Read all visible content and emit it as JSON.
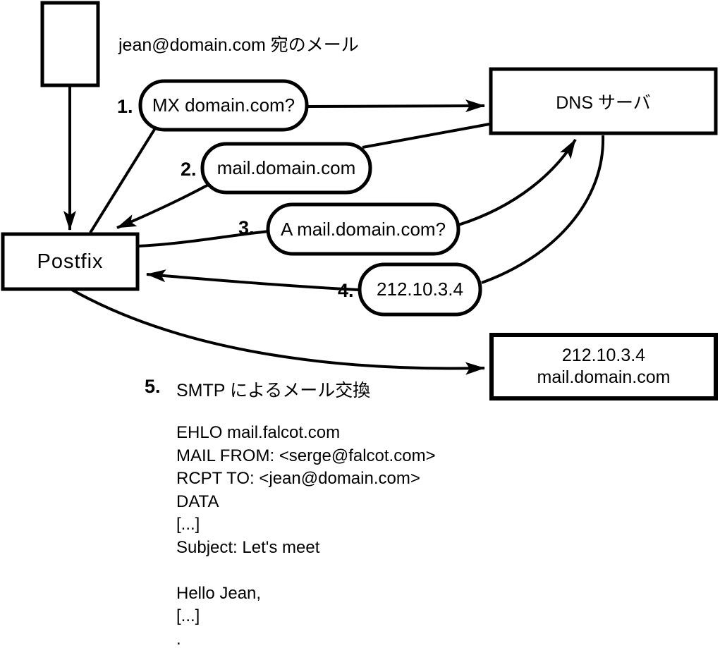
{
  "diagram": {
    "top_note": "jean@domain.com 宛のメール",
    "nodes": {
      "postfix": {
        "label": "Postfix"
      },
      "dns_server": {
        "label": "DNS サーバ"
      },
      "mail_server": {
        "line1": "212.10.3.4",
        "line2": "mail.domain.com"
      }
    },
    "steps": [
      {
        "num": "1.",
        "label": "MX domain.com?"
      },
      {
        "num": "2.",
        "label": "mail.domain.com"
      },
      {
        "num": "3.",
        "label": "A mail.domain.com?"
      },
      {
        "num": "4.",
        "label": "212.10.3.4"
      },
      {
        "num": "5.",
        "label": "SMTP によるメール交換"
      }
    ],
    "smtp_session": "EHLO mail.falcot.com\nMAIL FROM: <serge@falcot.com>\nRCPT TO: <jean@domain.com>\nDATA\n[...]\nSubject: Let's meet\n\nHello Jean,\n[...]\n.",
    "colors": {
      "stroke": "#000000",
      "background": "#ffffff"
    }
  }
}
